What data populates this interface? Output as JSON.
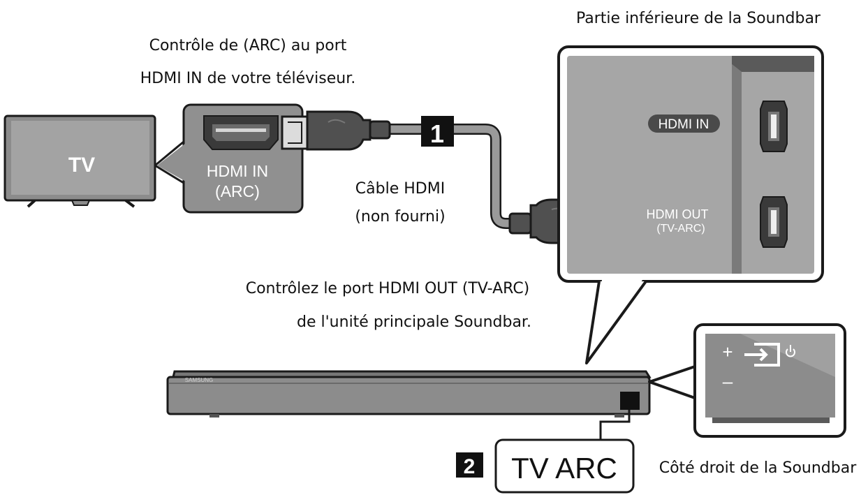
{
  "captions": {
    "tv_port_line1": "Contrôle de (ARC) au port",
    "tv_port_line2": "HDMI IN de votre téléviseur.",
    "soundbar_bottom": "Partie inférieure de la Soundbar",
    "cable_line1": "Câble HDMI",
    "cable_line2": "(non fourni)",
    "soundbar_port_line1": "Contrôlez le port HDMI OUT (TV-ARC)",
    "soundbar_port_line2": "de l'unité principale Soundbar.",
    "right_side": "Côté droit de la Soundbar"
  },
  "tv": {
    "label": "TV"
  },
  "tv_port": {
    "line1": "HDMI IN",
    "line2": "(ARC)"
  },
  "panel": {
    "hdmi_in": "HDMI IN",
    "hdmi_out_line1": "HDMI OUT",
    "hdmi_out_line2": "(TV-ARC)"
  },
  "steps": {
    "step1_number": "1",
    "step2_number": "2",
    "step2_label": "TV ARC"
  },
  "soundbar": {
    "brand": "SAMSUNG"
  },
  "side_panel": {
    "plus": "+",
    "minus": "–"
  },
  "colors": {
    "stroke": "#1a1a1a",
    "cable": "#9a9a9a",
    "panel_fill": "#a6a6a6",
    "body_fill": "#8c8c8c"
  }
}
